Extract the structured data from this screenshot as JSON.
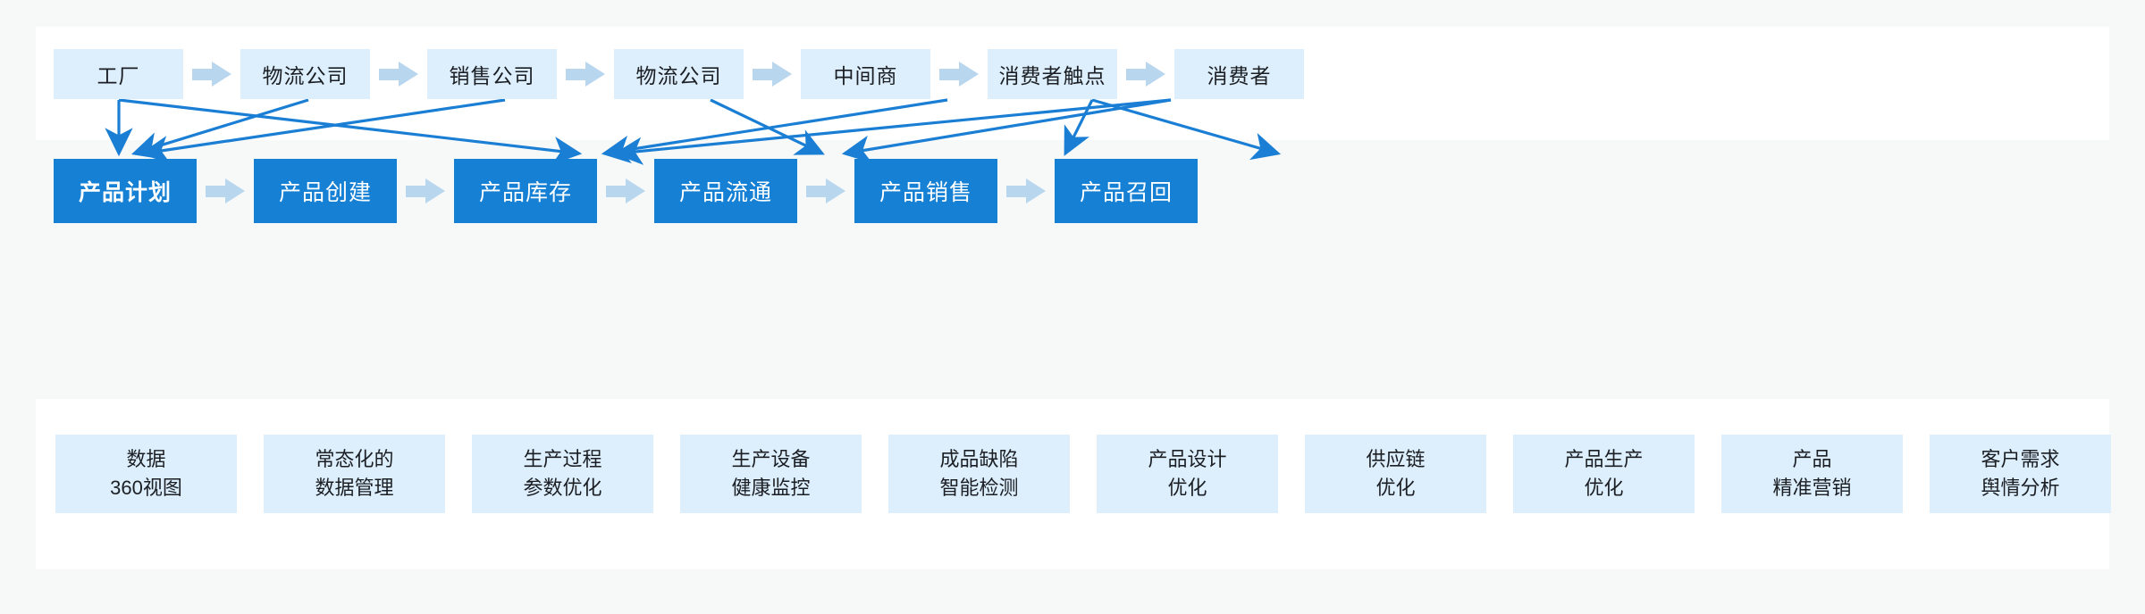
{
  "diagram": {
    "background_color": "#f7f8f8",
    "panel_color": "#ffffff",
    "light_box_color": "#ddeefc",
    "accent_box_color": "#1580d4",
    "chevron_color": "#b9d6ef",
    "connector_color": "#1a7fd4"
  },
  "supply_chain": {
    "nodes": [
      {
        "label": "工厂"
      },
      {
        "label": "物流公司"
      },
      {
        "label": "销售公司"
      },
      {
        "label": "物流公司"
      },
      {
        "label": "中间商"
      },
      {
        "label": "消费者触点"
      },
      {
        "label": "消费者"
      }
    ]
  },
  "product_lifecycle": {
    "nodes": [
      {
        "label": "产品计划",
        "emphasis": true
      },
      {
        "label": "产品创建",
        "emphasis": false
      },
      {
        "label": "产品库存",
        "emphasis": false
      },
      {
        "label": "产品流通",
        "emphasis": false
      },
      {
        "label": "产品销售",
        "emphasis": false
      },
      {
        "label": "产品召回",
        "emphasis": false
      }
    ]
  },
  "capabilities": {
    "nodes": [
      {
        "line1": "数据",
        "line2": "360视图"
      },
      {
        "line1": "常态化的",
        "line2": "数据管理"
      },
      {
        "line1": "生产过程",
        "line2": "参数优化"
      },
      {
        "line1": "生产设备",
        "line2": "健康监控"
      },
      {
        "line1": "成品缺陷",
        "line2": "智能检测"
      },
      {
        "line1": "产品设计",
        "line2": "优化"
      },
      {
        "line1": "供应链",
        "line2": "优化"
      },
      {
        "line1": "产品生产",
        "line2": "优化"
      },
      {
        "line1": "产品",
        "line2": "精准营销"
      },
      {
        "line1": "客户需求",
        "line2": "舆情分析"
      }
    ]
  },
  "connections": [
    {
      "from": "工厂",
      "to": "产品计划"
    },
    {
      "from": "工厂",
      "to": "产品库存"
    },
    {
      "from": "物流公司",
      "to": "产品计划"
    },
    {
      "from": "销售公司",
      "to": "产品计划"
    },
    {
      "from": "物流公司-2",
      "to": "产品库存"
    },
    {
      "from": "物流公司-2",
      "to": "产品流通"
    },
    {
      "from": "中间商",
      "to": "产品库存"
    },
    {
      "from": "中间商",
      "to": "产品流通"
    },
    {
      "from": "消费者触点",
      "to": "产品销售"
    },
    {
      "from": "消费者触点",
      "to": "产品召回"
    }
  ]
}
